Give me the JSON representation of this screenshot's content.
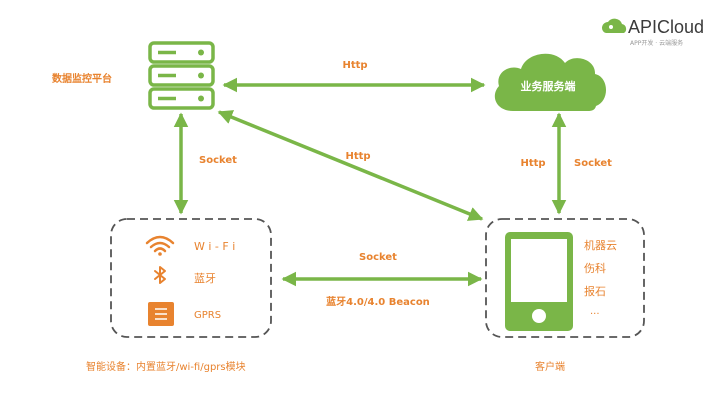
{
  "brand": {
    "name": "APICloud",
    "tagline": "APP开发 · 云端服务"
  },
  "nodes": {
    "platform": {
      "label": "数据监控平台"
    },
    "cloud": {
      "label": "业务服务端"
    },
    "devices": {
      "wifi_label": "W i - F i",
      "bluetooth_label": "蓝牙",
      "gprs_label": "GPRS",
      "caption": "智能设备：内置蓝牙/wi-fi/gprs模块"
    },
    "client": {
      "items": [
        "机器云",
        "伤科",
        "报石",
        "..."
      ],
      "caption": "客户端"
    }
  },
  "edges": {
    "platform_cloud": "Http",
    "platform_client": "Http",
    "platform_devices": "Socket",
    "cloud_client_left": "Http",
    "cloud_client_right": "Socket",
    "devices_client_top": "Socket",
    "devices_client_bottom": "蓝牙4.0/4.0 Beacon"
  },
  "colors": {
    "green": "#7ab648",
    "orange": "#e8832f",
    "dash": "#555555"
  }
}
